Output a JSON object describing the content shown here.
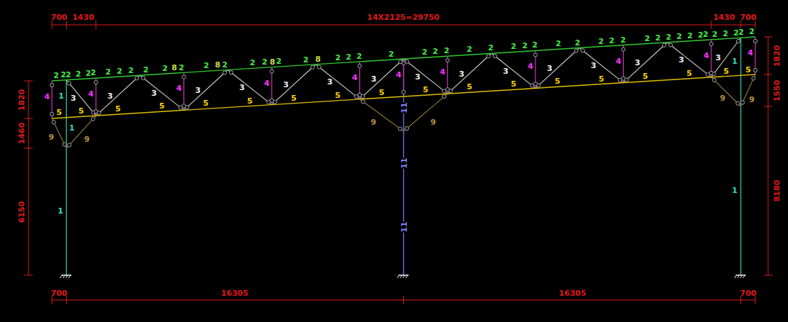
{
  "diagram": {
    "labels": [
      "700",
      "1430",
      "14X2125=29750",
      "1430",
      "700",
      "700",
      "16305",
      "16305",
      "700",
      "1820",
      "1460",
      "6150",
      "1820",
      "1550",
      "8180",
      "2",
      "2",
      "2",
      "2",
      "2",
      "2",
      "2",
      "2",
      "2",
      "2",
      "2",
      "2",
      "2",
      "2",
      "2",
      "2",
      "2",
      "2",
      "2",
      "2",
      "2",
      "2",
      "2",
      "2",
      "2",
      "2",
      "2",
      "2",
      "2",
      "2",
      "2",
      "2",
      "2",
      "2",
      "2",
      "2",
      "2",
      "2",
      "2",
      "2",
      "2",
      "2",
      "2",
      "2",
      "2",
      "2",
      "2",
      "8",
      "8",
      "8",
      "8",
      "3",
      "3",
      "3",
      "3",
      "3",
      "3",
      "3",
      "3",
      "3",
      "3",
      "3",
      "3",
      "3",
      "3",
      "3",
      "3",
      "4",
      "4",
      "4",
      "4",
      "4",
      "4",
      "4",
      "4",
      "4",
      "4",
      "4",
      "5",
      "5",
      "5",
      "5",
      "5",
      "5",
      "5",
      "5",
      "5",
      "5",
      "5",
      "5",
      "5",
      "5",
      "5",
      "5",
      "5",
      "5",
      "9",
      "9",
      "9",
      "9",
      "9",
      "9",
      "1",
      "1",
      "1",
      "1",
      "1",
      "11",
      "11",
      "11"
    ]
  }
}
